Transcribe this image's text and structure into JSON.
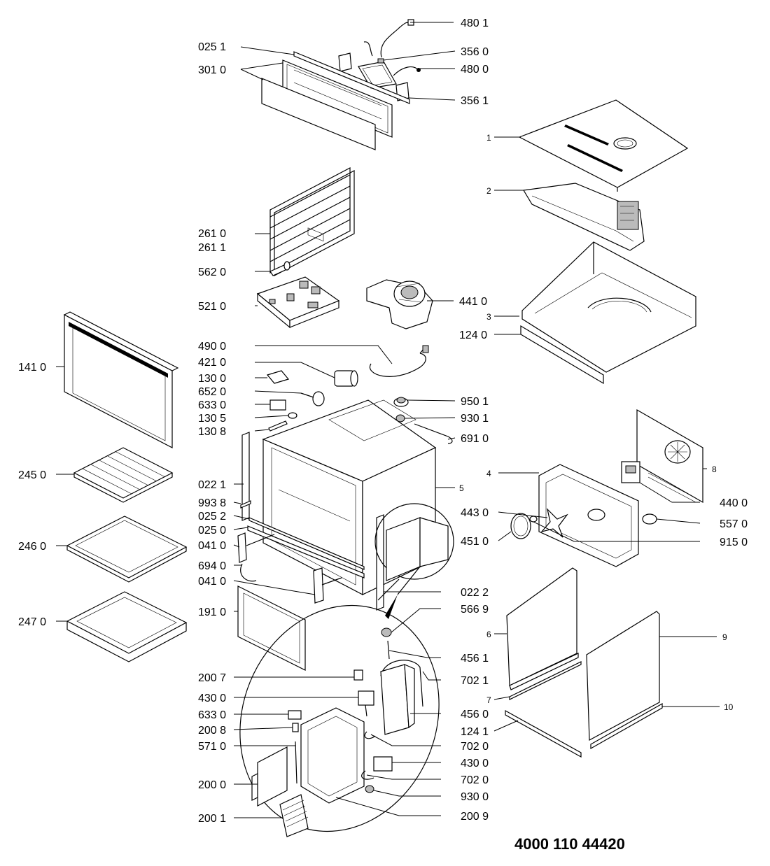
{
  "diagram_code": "4000 110 44420",
  "labels": {
    "l4801": "480 1",
    "l0251": "025 1",
    "l3560": "356 0",
    "l3010": "301 0",
    "l4800": "480 0",
    "l3561": "356 1",
    "l1": "1",
    "l2": "2",
    "l2610": "261 0",
    "l2611": "261 1",
    "l5620": "562 0",
    "l5210": "521 0",
    "l4410": "441 0",
    "l3": "3",
    "l1240": "124 0",
    "l1410": "141 0",
    "l4900": "490 0",
    "l4210": "421 0",
    "l1300": "130 0",
    "l6520": "652 0",
    "l6330a": "633 0",
    "l9501": "950 1",
    "l1305": "130 5",
    "l9301": "930 1",
    "l1308": "130 8",
    "l6910": "691 0",
    "l8": "8",
    "l2450": "245 0",
    "l0221": "022 1",
    "l4": "4",
    "l5": "5",
    "l9938": "993 8",
    "l4400": "440 0",
    "l0252": "025 2",
    "l4430": "443 0",
    "l0250": "025 0",
    "l5570": "557 0",
    "l4510": "451 0",
    "l2460": "246 0",
    "l0410a": "041 0",
    "l9150": "915 0",
    "l6940": "694 0",
    "l0410b": "041 0",
    "l0222": "022 2",
    "l1910": "191 0",
    "l5669": "566 9",
    "l2470": "247 0",
    "l6": "6",
    "l9": "9",
    "l4561": "456 1",
    "l2007": "200 7",
    "l7021": "702 1",
    "l4300a": "430 0",
    "l7": "7",
    "l6330b": "633 0",
    "l4560": "456 0",
    "l10": "10",
    "l2008": "200 8",
    "l1241": "124 1",
    "l7020a": "702 0",
    "l5710": "571 0",
    "l4300b": "430 0",
    "l2000": "200 0",
    "l7020b": "702 0",
    "l9300": "930 0",
    "l2001": "200 1",
    "l2009": "200 9"
  }
}
